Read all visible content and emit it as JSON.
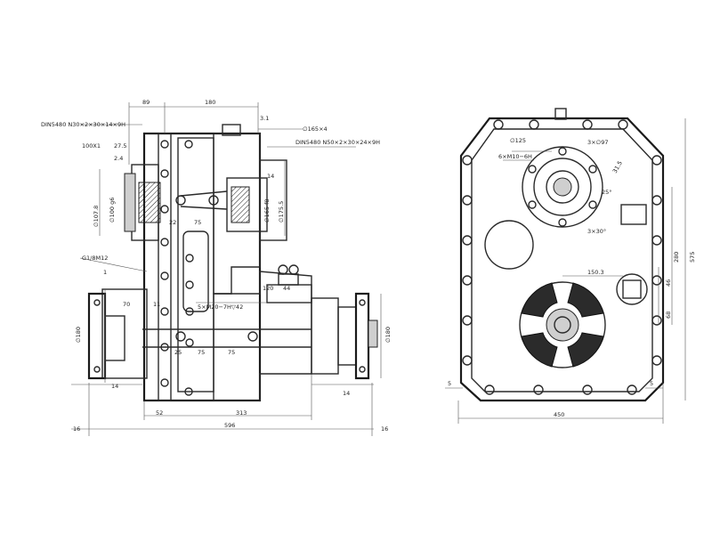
{
  "side_view": {
    "dims": {
      "d89": "89",
      "d180_top": "180",
      "d3_1": "3.1",
      "d165x4": "∅165×4",
      "din_left": "DIN5480 N30×2×30×14×9H",
      "din_right": "DIN5480 N50×2×30×24×9H",
      "d100x1": "100X1",
      "d27_5": "27.5",
      "d2_4": "2.4",
      "d14_right": "14",
      "d107_8": "∅107.8",
      "d100g6": "∅100 g6",
      "d165f8": "∅165 f8",
      "d175_5": "∅175.5",
      "d22": "22",
      "d75_top": "75",
      "g1_8": "G1/8M12",
      "d1": "1",
      "d70": "70",
      "d11": "11",
      "d5m20": "5×M20−7H▽42",
      "d120": "120",
      "d44": "44",
      "d180_left": "∅180",
      "d180_right": "∅180",
      "d25": "25",
      "d75_a": "75",
      "d75_b": "75",
      "d14_bl": "14",
      "d14_br": "14",
      "d52": "52",
      "d313": "313",
      "d596": "596",
      "d16_l": "16",
      "d16_r": "16"
    }
  },
  "front_view": {
    "dims": {
      "d125": "∅125",
      "d3x97": "3×∅97",
      "dm10": "6×M10−6H",
      "d31_5": "31.5",
      "d25": "25°",
      "d3x30": "3×30°",
      "d150_3": "150.3",
      "d46": "46",
      "d68": "68",
      "d280": "280",
      "d575": "575",
      "d5_l": "5",
      "d5_r": "5",
      "d450": "450"
    }
  }
}
